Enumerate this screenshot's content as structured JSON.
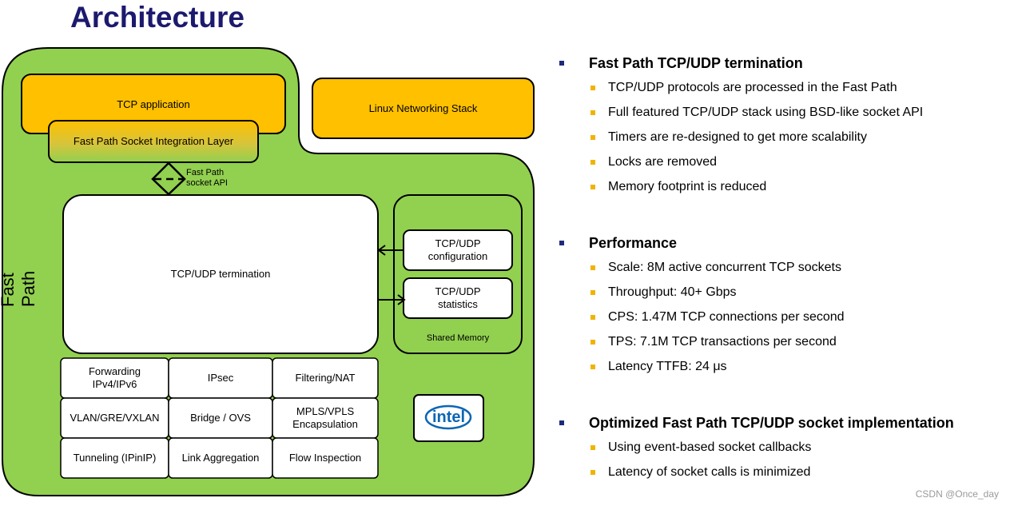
{
  "title": "Architecture",
  "diagram": {
    "fast_path_label": "Fast Path",
    "tcp_application": "TCP application",
    "socket_integration_layer": "Fast Path Socket Integration Layer",
    "linux_networking_stack": "Linux Networking Stack",
    "socket_api_label": [
      "Fast Path",
      "socket API"
    ],
    "tcp_udp_termination": "TCP/UDP termination",
    "shared_memory_label": "Shared Memory",
    "tcp_udp_configuration": [
      "TCP/UDP",
      "configuration"
    ],
    "tcp_udp_statistics": [
      "TCP/UDP",
      "statistics"
    ],
    "modules": [
      [
        "Forwarding",
        "IPv4/IPv6"
      ],
      [
        "IPsec"
      ],
      [
        "Filtering/NAT"
      ],
      [
        "VLAN/GRE/VXLAN"
      ],
      [
        "Bridge / OVS"
      ],
      [
        "MPLS/VPLS",
        "Encapsulation"
      ],
      [
        "Tunneling (IPinIP)"
      ],
      [
        "Link Aggregation"
      ],
      [
        "Flow Inspection"
      ]
    ],
    "logo_text": "intel",
    "colors": {
      "fast_path_green": "#92d050",
      "orange": "#ffc000",
      "title_navy": "#1c1a6e",
      "bullet_navy": "#1c2a7a",
      "bullet_orange": "#f0b400"
    }
  },
  "sections": [
    {
      "heading": "Fast Path TCP/UDP termination",
      "items": [
        "TCP/UDP protocols are processed in the Fast Path",
        "Full featured TCP/UDP stack using BSD-like socket API",
        "Timers are re-designed to get more scalability",
        "Locks are removed",
        "Memory footprint is reduced"
      ]
    },
    {
      "heading": "Performance",
      "items": [
        "Scale: 8M active concurrent TCP sockets",
        "Throughput: 40+ Gbps",
        "CPS: 1.47M TCP connections per second",
        "TPS: 7.1M TCP transactions per second",
        "Latency TTFB: 24 μs"
      ]
    },
    {
      "heading": "Optimized Fast Path TCP/UDP socket implementation",
      "items": [
        "Using event-based socket callbacks",
        "Latency of socket calls is minimized"
      ]
    }
  ],
  "watermark": "CSDN @Once_day"
}
